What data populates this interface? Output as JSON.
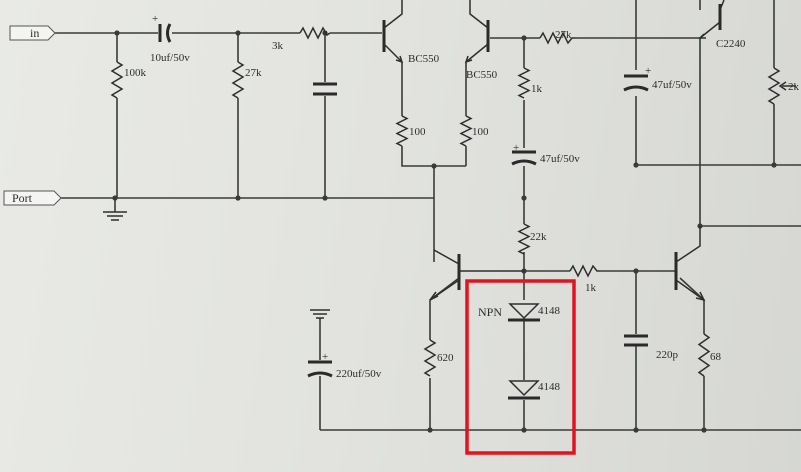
{
  "ports": {
    "input": "in",
    "port": "Port"
  },
  "components": {
    "c_in": "10uf/50v",
    "r_100k": "100k",
    "r_27k_a": "27k",
    "r_3k": "3k",
    "q1": "BC550",
    "q2": "BC550",
    "r_27k_fb": "27k",
    "q_c2240": "C2240",
    "r_1k_a": "1k",
    "c_47_a": "47uf/50v",
    "c_47_b": "47uf/50v",
    "r_2k": "2k",
    "r_100_a": "100",
    "r_100_b": "100",
    "r_22k": "22k",
    "r_1k_b": "1k",
    "npn": "NPN",
    "d1": "4148",
    "d2": "4148",
    "c_220uf": "220uf/50v",
    "r_620": "620",
    "c_220p": "220p",
    "r_68": "68"
  },
  "highlight_color": "#e0141e"
}
